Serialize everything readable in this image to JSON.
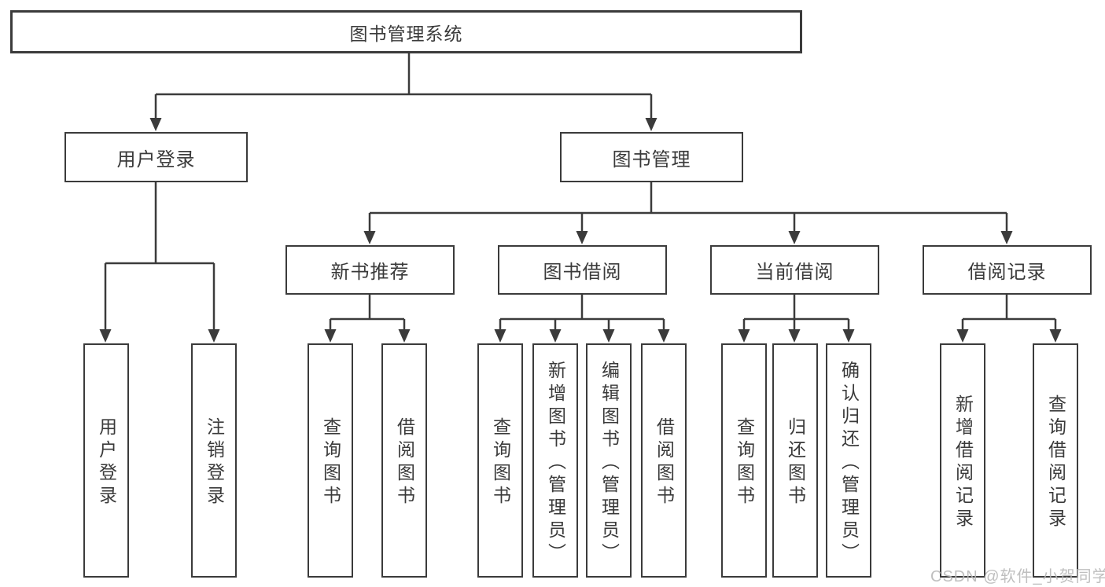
{
  "title_node": "图书管理系统",
  "level2": {
    "user_login": "用户登录",
    "book_mgmt": "图书管理"
  },
  "level3": {
    "new_book_rec": "新书推荐",
    "book_borrow": "图书借阅",
    "current_borrow": "当前借阅",
    "borrow_record": "借阅记录"
  },
  "leaves": {
    "user_login": "用户登录",
    "logout": "注销登录",
    "rec_query_book": "查询图书",
    "rec_borrow_book": "借阅图书",
    "bor_query_book": "查询图书",
    "bor_add_book": "新增图书（管理员）",
    "bor_edit_book": "编辑图书（管理员）",
    "bor_borrow_book": "借阅图书",
    "cur_query_book": "查询图书",
    "cur_return_book": "归还图书",
    "cur_confirm_return": "确认归还（管理员）",
    "log_add_record": "新增借阅记录",
    "log_query_record": "查询借阅记录"
  },
  "watermark": "CSDN @软件_小贺同学",
  "colors": {
    "line": "#3b3b3b",
    "box_border": "#3b3b3b",
    "text": "#3a3a3a",
    "watermark": "#b9b9b9",
    "background": "#ffffff"
  }
}
